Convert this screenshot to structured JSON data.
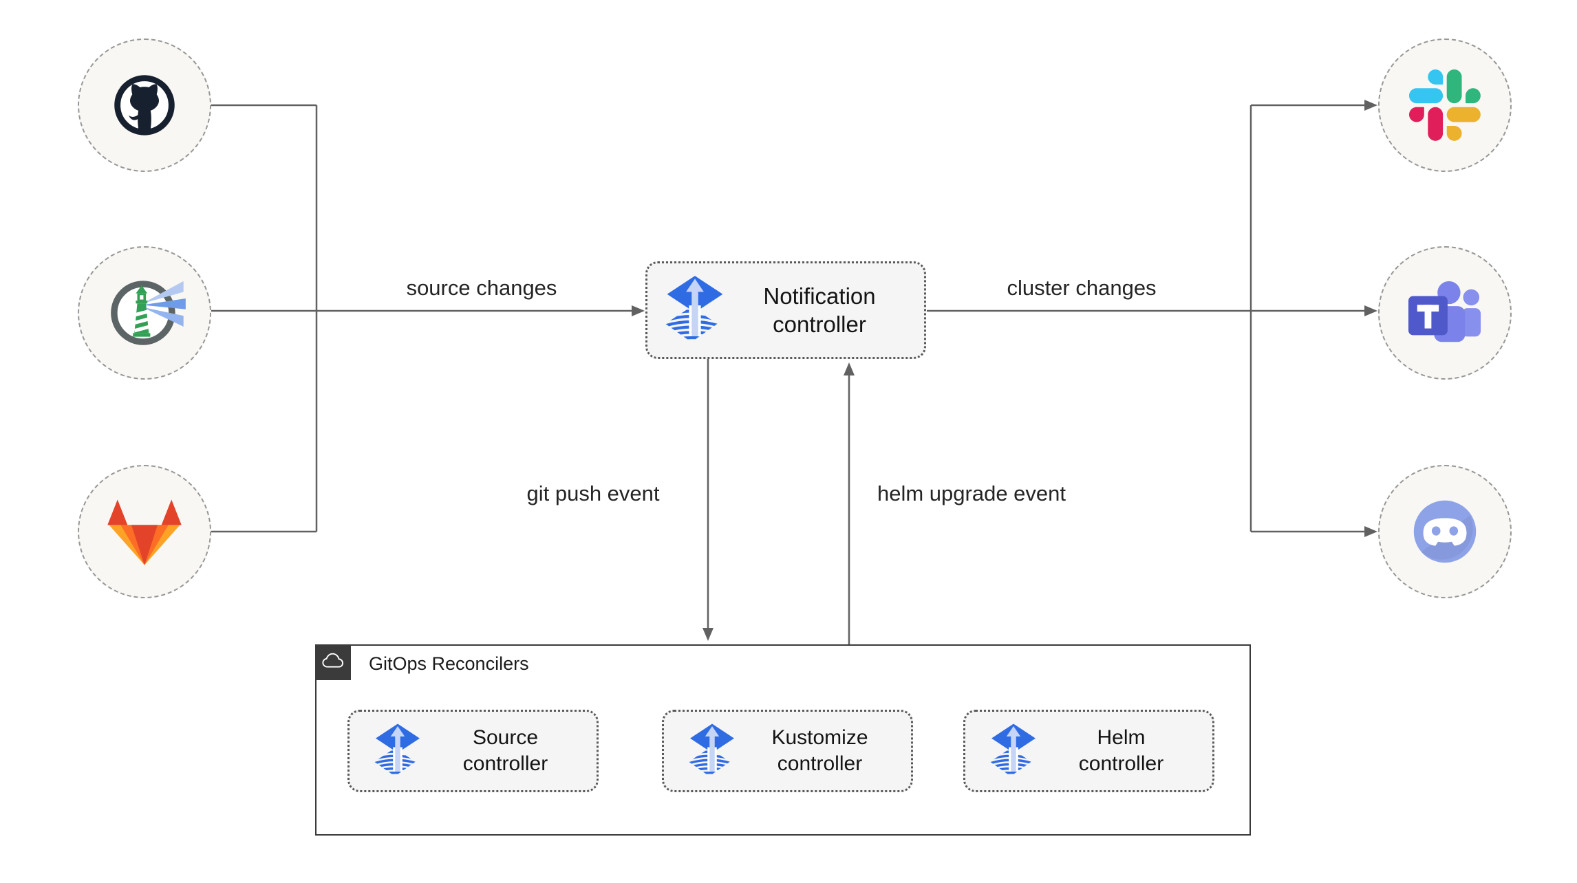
{
  "edges": {
    "source_changes": "source changes",
    "cluster_changes": "cluster changes",
    "git_push": "git push event",
    "helm_upgrade": "helm upgrade event"
  },
  "notification": {
    "label": "Notification\ncontroller",
    "icon": "flux-icon"
  },
  "reconcilers": {
    "title": "GitOps Reconcilers",
    "header_icon": "cloud-icon",
    "controllers": [
      {
        "label": "Source\ncontroller",
        "icon": "flux-icon"
      },
      {
        "label": "Kustomize\ncontroller",
        "icon": "flux-icon"
      },
      {
        "label": "Helm\ncontroller",
        "icon": "flux-icon"
      }
    ]
  },
  "sources": [
    {
      "icon": "github-icon"
    },
    {
      "icon": "harbor-icon"
    },
    {
      "icon": "gitlab-icon"
    }
  ],
  "alert_targets": [
    {
      "icon": "slack-icon"
    },
    {
      "icon": "microsoft-teams-icon"
    },
    {
      "icon": "discord-icon"
    }
  ],
  "colors": {
    "line": "#616161",
    "flux_blue": "#2f6ce4",
    "node_fill": "#f5f5f5",
    "terminal_fill": "#f8f7f4",
    "group_header": "#3b3b3b",
    "slack": [
      "#36C5F0",
      "#2EB67D",
      "#ECB22E",
      "#E01E5A"
    ],
    "gitlab": [
      "#e24329",
      "#fc6d26",
      "#fca326"
    ],
    "teams": "#5059c9",
    "discord": "#8ea2e8",
    "harbor_green": "#33a055"
  }
}
